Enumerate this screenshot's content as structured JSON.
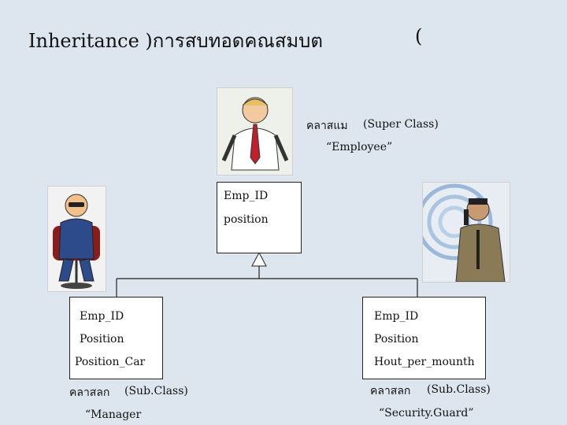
{
  "slide": {
    "title": "Inheritance )การสบทอดคณสมบต",
    "paren": "("
  },
  "super_class": {
    "thai_label": "คลาสแม",
    "role": "(Super Class)",
    "name": "“Employee”",
    "attributes": [
      "Emp_ID",
      "position"
    ]
  },
  "sub_class_left": {
    "attributes": [
      "Emp_ID",
      "Position",
      "Position_Car"
    ],
    "thai_label": "คลาสลก",
    "role": "(Sub.Class)",
    "name": "“Manager"
  },
  "sub_class_right": {
    "attributes": [
      "Emp_ID",
      "Position",
      "Hout_per_mounth"
    ],
    "thai_label": "คลาสลก",
    "role": "(Sub.Class)",
    "name": "“Security.Guard”"
  },
  "colors": {
    "background": "#dde6ee",
    "box": "#ffffff",
    "line": "#222222"
  }
}
